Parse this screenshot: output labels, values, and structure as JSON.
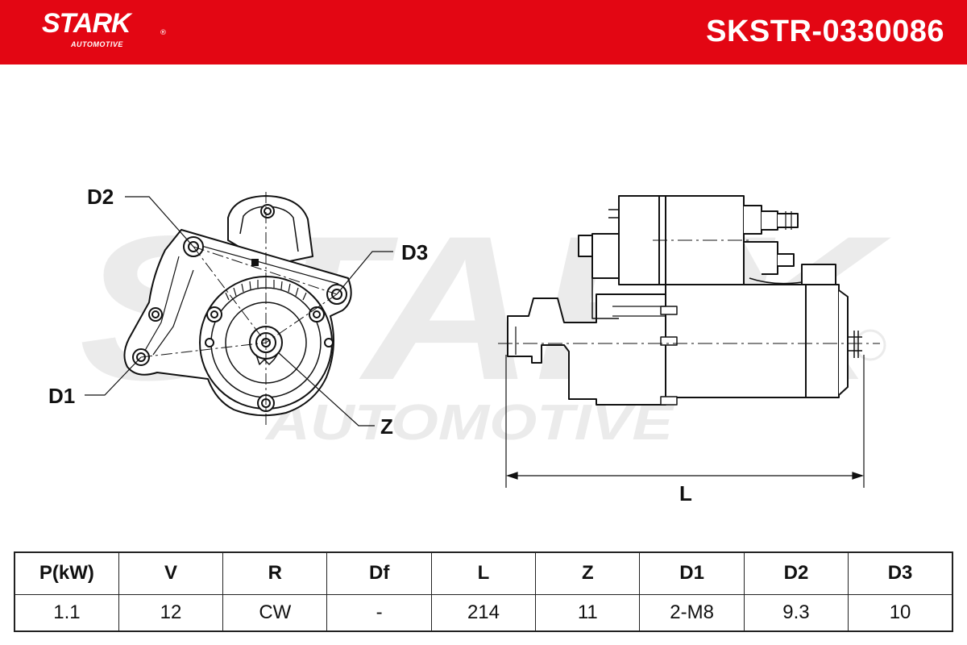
{
  "header": {
    "brand": "STARK",
    "brand_mark": "®",
    "brand_sub": "AUTOMOTIVE",
    "part_number": "SKSTR-0330086",
    "background_color": "#e30613"
  },
  "watermark": {
    "main": "STARK",
    "sub": "AUTOMOTIVE"
  },
  "diagram": {
    "labels": {
      "d1": "D1",
      "d2": "D2",
      "d3": "D3",
      "z": "Z",
      "l": "L"
    }
  },
  "spec_table": {
    "headers": [
      "P(kW)",
      "V",
      "R",
      "Df",
      "L",
      "Z",
      "D1",
      "D2",
      "D3"
    ],
    "values": [
      "1.1",
      "12",
      "CW",
      "-",
      "214",
      "11",
      "2-M8",
      "9.3",
      "10"
    ]
  }
}
